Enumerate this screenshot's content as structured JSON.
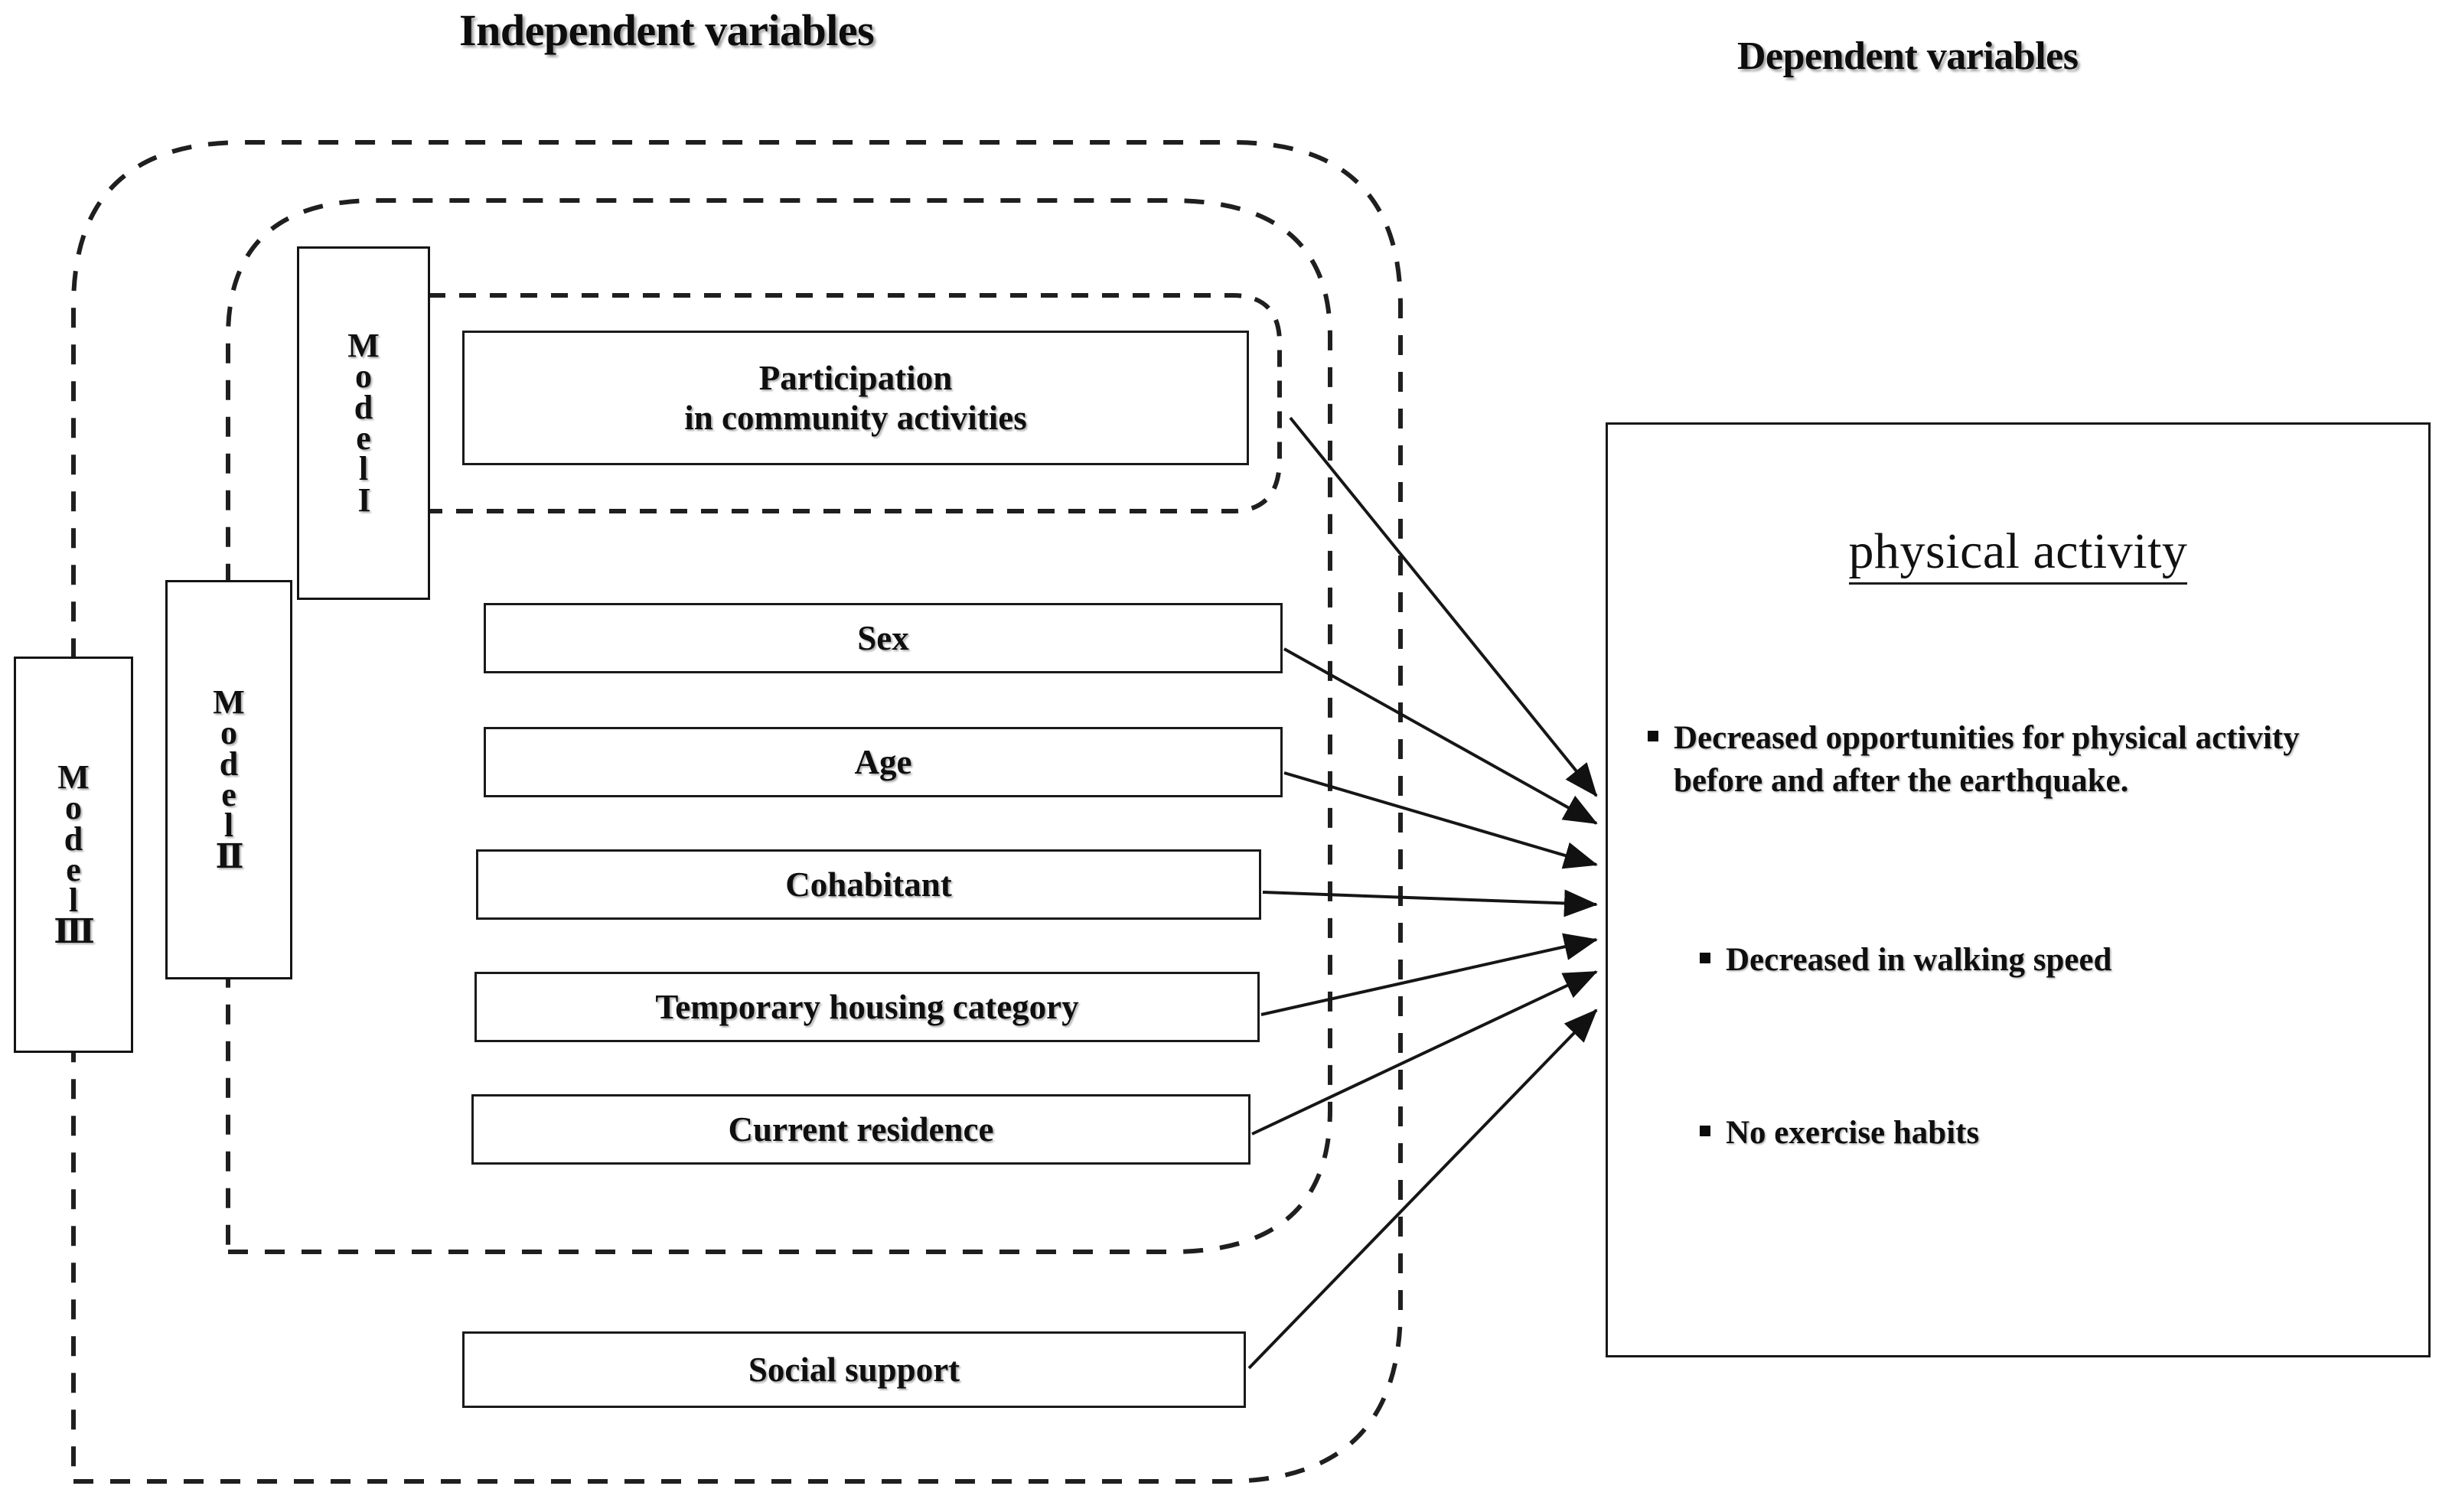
{
  "headers": {
    "independent": "Independent variables",
    "dependent": "Dependent variables"
  },
  "models": [
    {
      "id": "model-1",
      "word": "Model",
      "numeral": "I",
      "label": "Model I"
    },
    {
      "id": "model-2",
      "word": "Model",
      "numeral": "Ⅱ",
      "label": "Model II"
    },
    {
      "id": "model-3",
      "word": "Model",
      "numeral": "Ⅲ",
      "label": "Model III"
    }
  ],
  "model_letters": [
    "M",
    "o",
    "d",
    "e",
    "l"
  ],
  "independent_variables": [
    {
      "id": "participation",
      "line1": "Participation",
      "line2": "in community activities"
    },
    {
      "id": "sex",
      "label": "Sex"
    },
    {
      "id": "age",
      "label": "Age"
    },
    {
      "id": "cohabitant",
      "label": "Cohabitant"
    },
    {
      "id": "temporary-housing",
      "label": "Temporary housing category"
    },
    {
      "id": "current-residence",
      "label": "Current residence"
    },
    {
      "id": "social-support",
      "label": "Social support"
    }
  ],
  "dependent": {
    "title": "physical  activity",
    "items": [
      "Decreased opportunities for physical activity before and after the earthquake.",
      "Decreased in walking speed",
      "No exercise habits"
    ]
  },
  "colors": {
    "line": "#1a1a1a",
    "dashed": "#1f1f1f",
    "text": "#0f0f0f",
    "background": "#ffffff"
  },
  "chart_data": {
    "type": "diagram",
    "title": "Conceptual model of independent and dependent variables",
    "nodes": [
      "Model I",
      "Model II",
      "Model III",
      "Participation in community activities",
      "Sex",
      "Age",
      "Cohabitant",
      "Temporary housing category",
      "Current residence",
      "Social support",
      "physical activity"
    ],
    "edges": [
      {
        "from": "Participation in community activities",
        "to": "physical activity"
      },
      {
        "from": "Sex",
        "to": "physical activity"
      },
      {
        "from": "Age",
        "to": "physical activity"
      },
      {
        "from": "Cohabitant",
        "to": "physical activity"
      },
      {
        "from": "Temporary housing category",
        "to": "physical activity"
      },
      {
        "from": "Current residence",
        "to": "physical activity"
      },
      {
        "from": "Social support",
        "to": "physical activity"
      }
    ],
    "groupings": [
      {
        "model": "Model I",
        "contains": [
          "Participation in community activities"
        ]
      },
      {
        "model": "Model II",
        "contains": [
          "Participation in community activities",
          "Sex",
          "Age",
          "Cohabitant",
          "Temporary housing category",
          "Current residence"
        ]
      },
      {
        "model": "Model III",
        "contains": [
          "Participation in community activities",
          "Sex",
          "Age",
          "Cohabitant",
          "Temporary housing category",
          "Current residence",
          "Social support"
        ]
      }
    ]
  }
}
